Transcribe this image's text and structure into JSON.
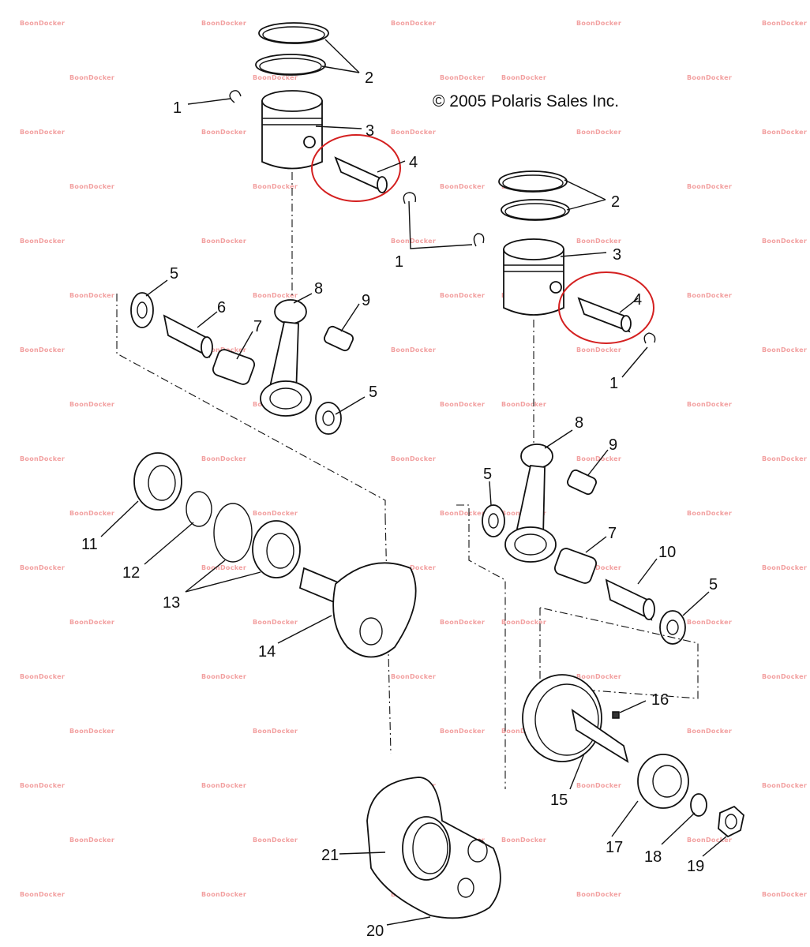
{
  "copyright": "© 2005 Polaris Sales Inc.",
  "watermark": "BoonDocker",
  "callouts": [
    "1",
    "2",
    "3",
    "4",
    "5",
    "6",
    "7",
    "8",
    "9",
    "10",
    "11",
    "12",
    "13",
    "14",
    "15",
    "16",
    "17",
    "18",
    "19",
    "20",
    "21"
  ],
  "highlight_color": "#d42020"
}
